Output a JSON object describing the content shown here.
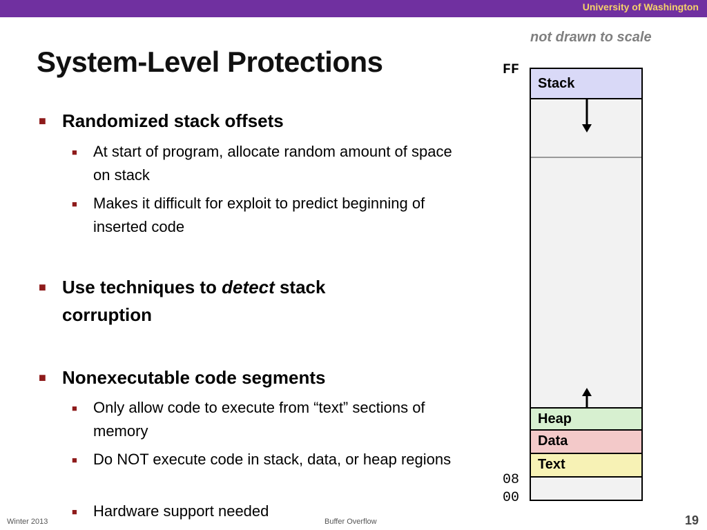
{
  "header": {
    "institution": "University of Washington"
  },
  "slide": {
    "title": "System-Level Protections",
    "bullets": {
      "b1": {
        "text": "Randomized stack offsets",
        "sub": [
          "At start of program, allocate random amount of space on stack",
          "Makes it difficult for exploit to predict beginning of inserted code"
        ]
      },
      "b2": {
        "pre": "Use techniques to ",
        "em": "detect",
        "post": " stack corruption"
      },
      "b3": {
        "text": "Nonexecutable code segments",
        "sub": [
          "Only allow code to execute from “text” sections of memory",
          "Do NOT execute code in stack, data, or heap regions",
          "Hardware support needed"
        ]
      }
    }
  },
  "diagram": {
    "note": "not drawn to scale",
    "addr_top": "FF",
    "addr_08": "08",
    "addr_00": "00",
    "segments": {
      "stack": "Stack",
      "heap": "Heap",
      "data": "Data",
      "text": "Text"
    },
    "colors": {
      "stack": "#d9d9f7",
      "heap": "#d7f0d0",
      "data": "#f3c9c9",
      "text": "#f7f2b5"
    }
  },
  "footer": {
    "left": "Winter 2013",
    "center": "Buffer Overflow",
    "page": "19"
  },
  "colors": {
    "topbar": "#7030a0",
    "institution": "#f5d26a",
    "bullet": "#8e1b1b"
  }
}
